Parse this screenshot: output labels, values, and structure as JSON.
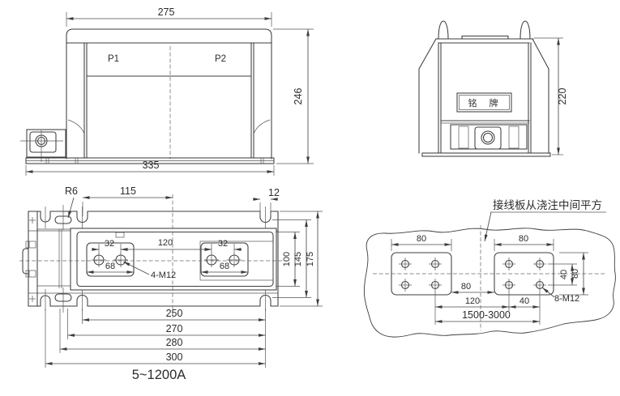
{
  "caption": "5~1200A",
  "front_view": {
    "p1": "P1",
    "p2": "P2",
    "dim_top_width": "275",
    "dim_height": "246",
    "dim_base_width": "335"
  },
  "side_view": {
    "nameplate": "铭　牌",
    "dim_height": "220"
  },
  "top_view": {
    "radius_callout": "R6",
    "dim_slot_to_center": "115",
    "dim_notch_width": "12",
    "dim_hole_pitch_left": "32",
    "dim_hole_pitch_right": "32",
    "dim_pad_width_left": "68",
    "dim_pad_width_right": "68",
    "dim_center_span": "120",
    "thread_callout": "4-M12",
    "dim_body_depth": "100",
    "dim_slot_span": "145",
    "dim_overall_depth": "175",
    "dim_250": "250",
    "dim_270": "270",
    "dim_280": "280",
    "dim_300": "300"
  },
  "terminal_detail": {
    "note": "接线板从浇注中间平方",
    "dim_pad_left_width": "80",
    "dim_pad_right_width": "80",
    "dim_gap": "80",
    "dim_120": "120",
    "dim_40_bottom": "40",
    "dim_40_vertical": "40",
    "dim_80_vertical": "80",
    "thread_callout": "8-M12",
    "dim_span_range": "1500-3000"
  }
}
